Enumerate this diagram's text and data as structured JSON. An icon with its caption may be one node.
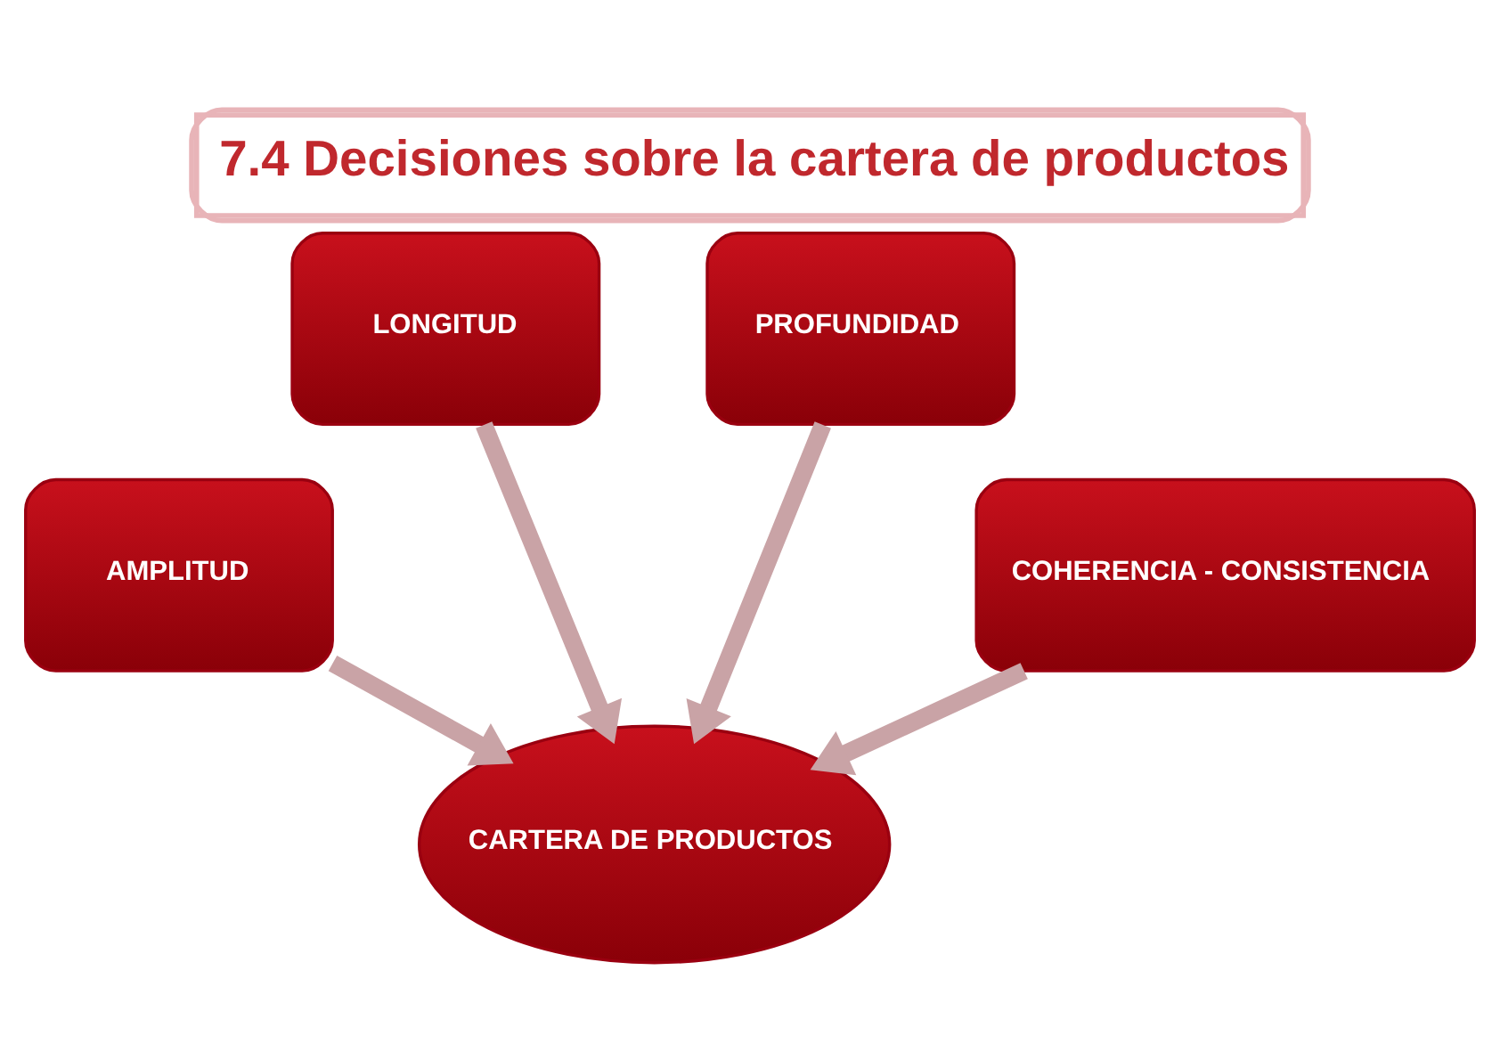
{
  "diagram": {
    "title": "7.4 Decisiones sobre la cartera de productos",
    "nodes": [
      {
        "text": [
          "LONGITUD"
        ]
      },
      {
        "text": [
          "PROFUNDIDAD"
        ]
      },
      {
        "text": [
          "AMPLITUD"
        ]
      },
      {
        "text": [
          "COHERENCIA - CONSISTENCIA"
        ]
      },
      {
        "text": [
          "CARTERA DE PRODUCTOS"
        ]
      }
    ],
    "edges": [
      {
        "from": 0,
        "to": 4,
        "arrow": "to"
      },
      {
        "from": 1,
        "to": 4,
        "arrow": "to"
      },
      {
        "from": 2,
        "to": 4,
        "arrow": "to"
      },
      {
        "from": 3,
        "to": 4,
        "arrow": "to"
      }
    ]
  }
}
